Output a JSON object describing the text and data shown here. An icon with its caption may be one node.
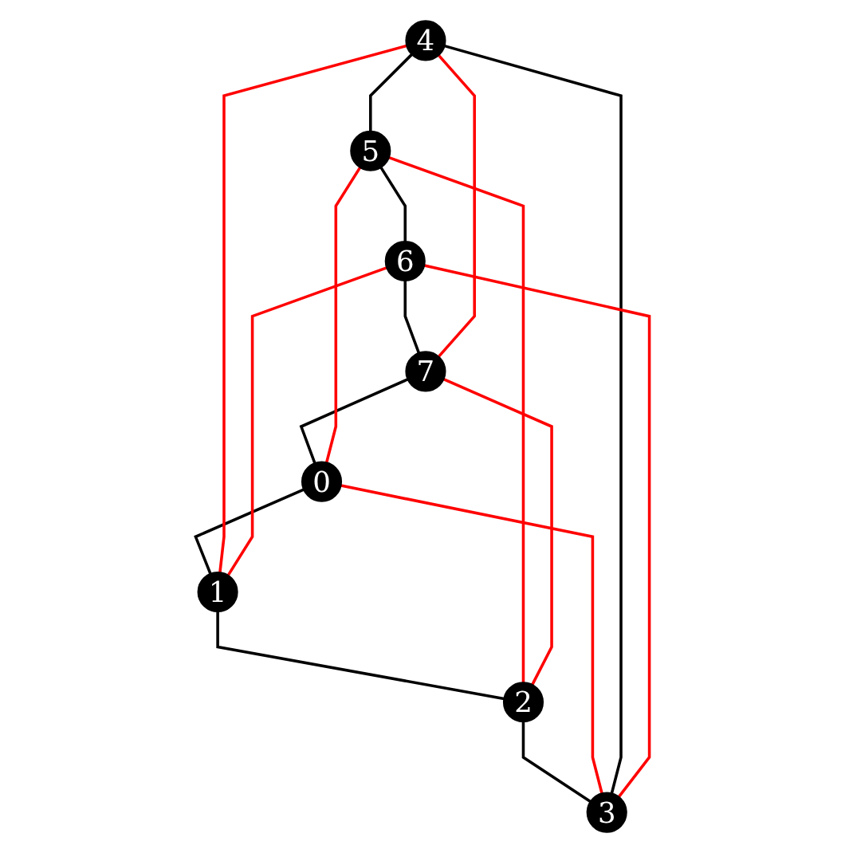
{
  "diagram": {
    "nodes": [
      {
        "text": [
          "4"
        ]
      },
      {
        "text": [
          "5"
        ]
      },
      {
        "text": [
          "3"
        ]
      },
      {
        "text": [
          "6"
        ]
      },
      {
        "text": [
          "2"
        ]
      },
      {
        "text": [
          "7"
        ]
      },
      {
        "text": [
          "1"
        ]
      },
      {
        "text": [
          "0"
        ]
      }
    ],
    "edges": [
      {
        "from": 7,
        "to": 6,
        "arrow": "none"
      },
      {
        "from": 6,
        "to": 4,
        "arrow": "none"
      },
      {
        "from": 4,
        "to": 2,
        "arrow": "none"
      },
      {
        "from": 2,
        "to": 0,
        "arrow": "none"
      },
      {
        "from": 0,
        "to": 1,
        "arrow": "none"
      },
      {
        "from": 1,
        "to": 3,
        "arrow": "none"
      },
      {
        "from": 3,
        "to": 5,
        "arrow": "none"
      },
      {
        "from": 5,
        "to": 7,
        "arrow": "none"
      },
      {
        "from": 7,
        "to": 2,
        "arrow": "none",
        "color": "#ff0000"
      },
      {
        "from": 7,
        "to": 1,
        "arrow": "none",
        "color": "#ff0000"
      },
      {
        "from": 6,
        "to": 0,
        "arrow": "none",
        "color": "#ff0000"
      },
      {
        "from": 6,
        "to": 3,
        "arrow": "none",
        "color": "#ff0000"
      },
      {
        "from": 4,
        "to": 1,
        "arrow": "none",
        "color": "#ff0000"
      },
      {
        "from": 4,
        "to": 5,
        "arrow": "none",
        "color": "#ff0000"
      },
      {
        "from": 2,
        "to": 3,
        "arrow": "none",
        "color": "#ff0000"
      },
      {
        "from": 0,
        "to": 5,
        "arrow": "none",
        "color": "#ff0000"
      }
    ]
  }
}
